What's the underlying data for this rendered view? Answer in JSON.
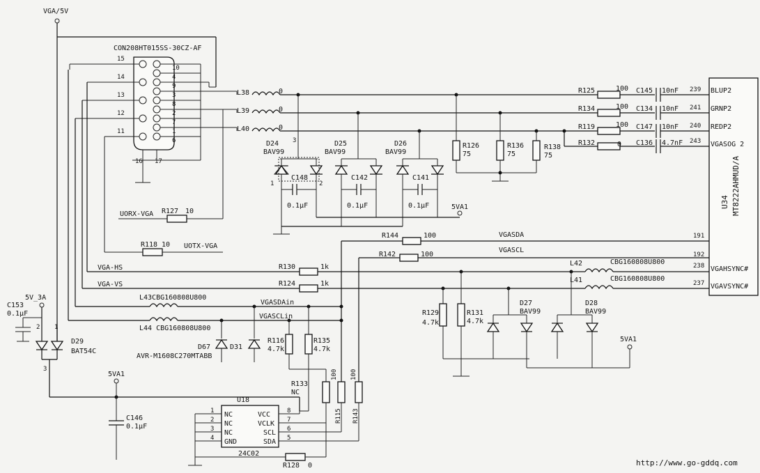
{
  "power": {
    "vga5v": "VGA/5V",
    "v5_3a": "5V_3A",
    "vga1_top": "5VA1",
    "vga1_mid": "5VA1",
    "vga1_right": "5VA1",
    "vga1_bottom": "5VA1"
  },
  "connector": {
    "name": "CON208HT015SS-30CZ-AF",
    "pins_left": [
      "15",
      "14",
      "13",
      "12",
      "11"
    ],
    "pins_right": [
      "10",
      "4",
      "9",
      "3",
      "8",
      "2",
      "7",
      "1",
      "6"
    ],
    "pins_bottom": [
      "16",
      "17"
    ]
  },
  "inductors": {
    "l38": "L38",
    "l39": "L39",
    "l40": "L40",
    "l38_val": "0",
    "l39_val": "0",
    "l40_val": "0",
    "l42": "L42",
    "l42_val": "CBG160808U800",
    "l41": "L41",
    "l41_val": "CBG160808U800",
    "l43": "L43CBG160808U800",
    "l44": "L44 CBG160808U800"
  },
  "diodes": {
    "d24": "D24",
    "d25": "D25",
    "d26": "D26",
    "bav99_1": "BAV99",
    "bav99_2": "BAV99",
    "bav99_3": "BAV99",
    "d27": "D27",
    "d27_val": "BAV99",
    "d28": "D28",
    "d28_val": "BAV99",
    "d29": "D29",
    "d29_val": "BAT54C",
    "d67": "D67",
    "d31": "D31",
    "d67_val": "AVR-M1608C270MTABB",
    "pin1": "1",
    "pin2": "2",
    "pin3": "3"
  },
  "capacitors": {
    "c148": "C148",
    "c142": "C142",
    "c141": "C141",
    "c148_val": "0.1μF",
    "c142_val": "0.1μF",
    "c141_val": "0.1μF",
    "c145": "C145",
    "c134": "C134",
    "c147": "C147",
    "c136": "C136",
    "c10nf_1": "10nF",
    "c10nf_2": "10nF",
    "c10nf_3": "10nF",
    "c47nf": "4.7nF",
    "c153": "C153",
    "c153_val": "0.1μF",
    "c146": "C146",
    "c146_val": "0.1μF"
  },
  "resistors": {
    "r125": "R125",
    "r125_val": "100",
    "r134": "R134",
    "r134_val": "100",
    "r119": "R119",
    "r119_val": "100",
    "r132": "R132",
    "r132_val": "0",
    "r126": "R126",
    "r126_val": "75",
    "r136": "R136",
    "r136_val": "75",
    "r138": "R138",
    "r138_val": "75",
    "r127": "R127",
    "r127_val": "10",
    "r118": "R118",
    "r118_val": "10",
    "r144": "R144",
    "r144_val": "100",
    "r142": "R142",
    "r142_val": "100",
    "r130": "R130",
    "r130_val": "1k",
    "r124": "R124",
    "r124_val": "1k",
    "r129": "R129",
    "r129_val": "4.7k",
    "r131": "R131",
    "r131_val": "4.7k",
    "r116": "R116",
    "r116_val": "4.7k",
    "r135": "R135",
    "r135_val": "4.7k",
    "r133": "R133",
    "r133_val": "NC",
    "r115": "R115",
    "r115_val": "100",
    "r143": "R143",
    "r143_val": "100",
    "r128": "R128",
    "r128_val": "0"
  },
  "nets": {
    "uorx": "UORX-VGA",
    "uotx": "UOTX-VGA",
    "vga_hs": "VGA-HS",
    "vga_vs": "VGA-VS",
    "vgasda": "VGASDA",
    "vgascl": "VGASCL",
    "vgasdain": "VGASDAin",
    "vgasclin": "VGASCLin"
  },
  "ic_u34": {
    "name": "U34",
    "part": "MT8222AHMUD/A",
    "pins": [
      {
        "num": "239",
        "label": "BLUP2"
      },
      {
        "num": "241",
        "label": "GRNP2"
      },
      {
        "num": "240",
        "label": "REDP2"
      },
      {
        "num": "243",
        "label": "VGASOG 2"
      },
      {
        "num": "191",
        "label": ""
      },
      {
        "num": "192",
        "label": ""
      },
      {
        "num": "238",
        "label": "VGAHSYNC#"
      },
      {
        "num": "237",
        "label": "VGAVSYNC#"
      }
    ]
  },
  "ic_u18": {
    "name": "U18",
    "part": "24C02",
    "left_pins": [
      {
        "num": "1",
        "label": "NC"
      },
      {
        "num": "2",
        "label": "NC"
      },
      {
        "num": "3",
        "label": "NC"
      },
      {
        "num": "4",
        "label": "GND"
      }
    ],
    "right_pins": [
      {
        "num": "8",
        "label": "VCC"
      },
      {
        "num": "7",
        "label": "VCLK"
      },
      {
        "num": "6",
        "label": "SCL"
      },
      {
        "num": "5",
        "label": "SDA"
      }
    ]
  },
  "watermark": "http://www.go-gddq.com"
}
